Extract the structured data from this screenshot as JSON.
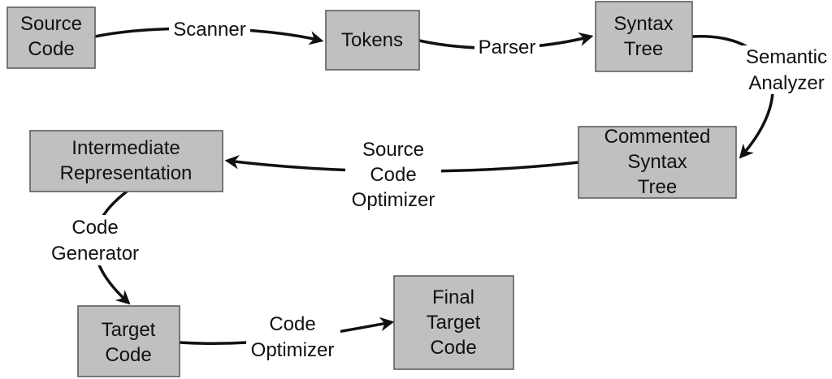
{
  "nodes": {
    "source_code": [
      "Source",
      "Code"
    ],
    "tokens": [
      "Tokens"
    ],
    "syntax_tree": [
      "Syntax",
      "Tree"
    ],
    "commented_syntax_tree": [
      "Commented",
      "Syntax",
      "Tree"
    ],
    "intermediate_representation": [
      "Intermediate",
      "Representation"
    ],
    "target_code": [
      "Target",
      "Code"
    ],
    "final_target_code": [
      "Final",
      "Target",
      "Code"
    ]
  },
  "edges": {
    "scanner": [
      "Scanner"
    ],
    "parser": [
      "Parser"
    ],
    "semantic_analyzer": [
      "Semantic",
      "Analyzer"
    ],
    "source_code_optimizer": [
      "Source",
      "Code",
      "Optimizer"
    ],
    "code_generator": [
      "Code",
      "Generator"
    ],
    "code_optimizer": [
      "Code",
      "Optimizer"
    ]
  },
  "colors": {
    "box_fill": "#c0c0c0",
    "box_stroke": "#555555",
    "edge": "#111111",
    "text": "#111111"
  }
}
